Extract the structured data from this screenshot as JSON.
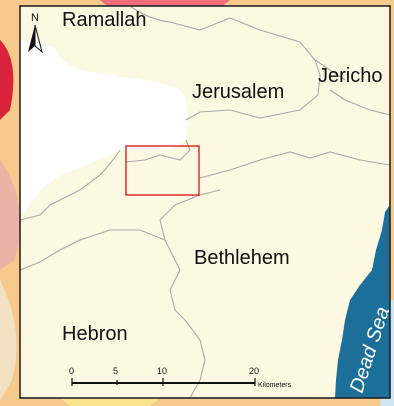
{
  "map": {
    "places": {
      "ramallah": "Ramallah",
      "jerusalem": "Jerusalem",
      "jericho": "Jericho",
      "bethlehem": "Bethlehem",
      "hebron": "Hebron",
      "dead_sea": "Dead Sea"
    },
    "north_arrow": {
      "label": "N",
      "icon": "north-arrow-icon"
    },
    "scale_bar": {
      "ticks": [
        "0",
        "5",
        "10",
        "20"
      ],
      "unit": "Kilometers"
    },
    "colors": {
      "land": "#fcf8e2",
      "built_up_area": "#ffffff",
      "dead_sea": "#1c6f98",
      "boundary": "#a8a8a8",
      "highlight_box": "#e01f1f",
      "frame": "#1a1a1a",
      "background_orange": "#f6c98c"
    }
  }
}
